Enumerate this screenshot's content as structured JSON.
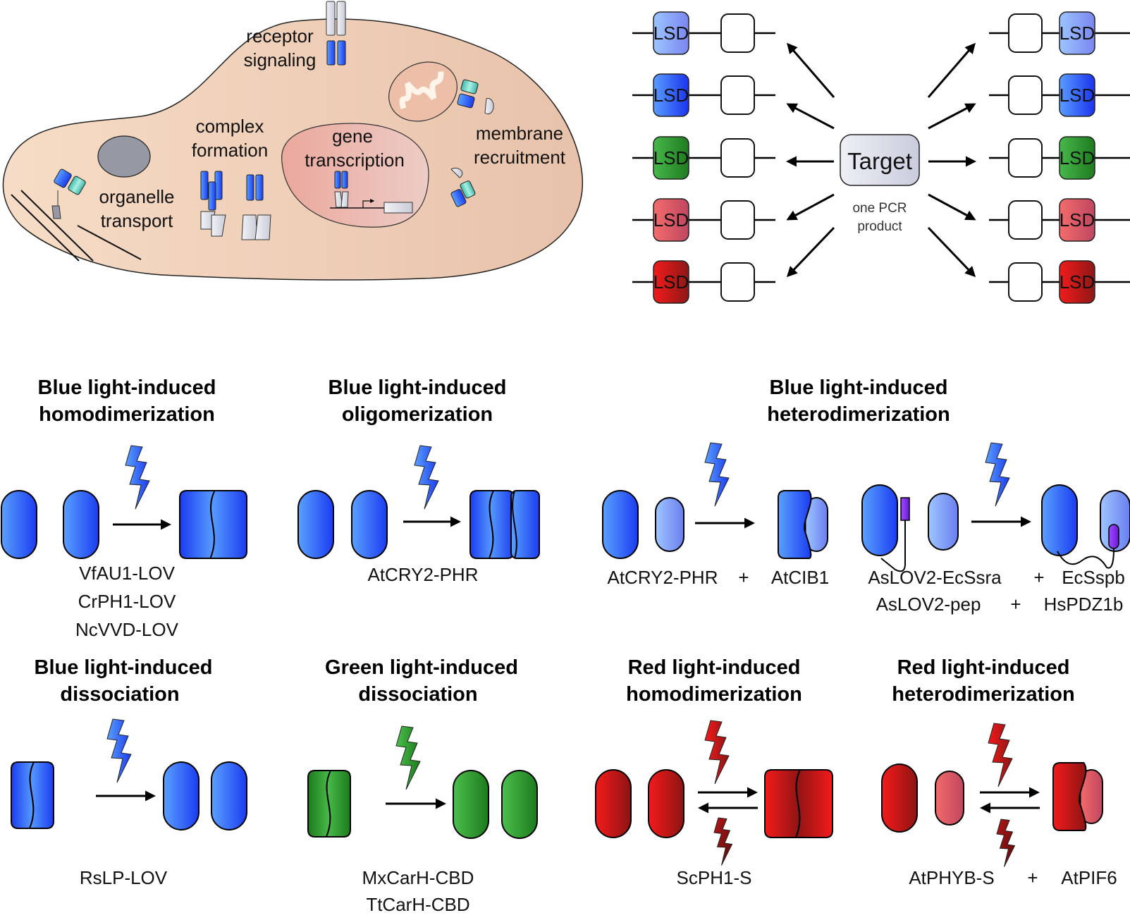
{
  "cell_panel": {
    "labels": {
      "receptor": [
        "receptor",
        "signaling"
      ],
      "complex": [
        "complex",
        "formation"
      ],
      "gene": [
        "gene",
        "transcription"
      ],
      "membrane": [
        "membrane",
        "recruitment"
      ],
      "organelle": [
        "organelle",
        "transport"
      ]
    }
  },
  "cloning_panel": {
    "target_label": "Target",
    "pcr_label": [
      "one PCR",
      "product"
    ],
    "lsd_label": "LSD",
    "lsd_variants": [
      {
        "name": "light-blue",
        "from": "#9cc4ff",
        "to": "#7a86f0"
      },
      {
        "name": "blue",
        "from": "#5a9cff",
        "to": "#1a34f0"
      },
      {
        "name": "green",
        "from": "#47b84a",
        "to": "#1f7a1f"
      },
      {
        "name": "light-red",
        "from": "#f36c6c",
        "to": "#bf4660"
      },
      {
        "name": "red",
        "from": "#f21b1b",
        "to": "#8e1717"
      }
    ]
  },
  "mechanisms": [
    {
      "id": "blue-homodimerization",
      "title": [
        "Blue light-induced",
        "homodimerization"
      ],
      "proteins": [
        "VfAU1-LOV",
        "CrPH1-LOV",
        "NcVVD-LOV"
      ]
    },
    {
      "id": "blue-oligomerization",
      "title": [
        "Blue light-induced",
        "oligomerization"
      ],
      "proteins": [
        "AtCRY2-PHR"
      ]
    },
    {
      "id": "blue-heterodimerization",
      "title": [
        "Blue light-induced",
        "heterodimerization"
      ],
      "pairs": [
        {
          "a": "AtCRY2-PHR",
          "plus": "+",
          "b": "AtCIB1"
        },
        {
          "a": "AsLOV2-EcSsra",
          "plus": "+",
          "b": "EcSspb"
        },
        {
          "a": "AsLOV2-pep",
          "plus": "+",
          "b": "HsPDZ1b"
        }
      ]
    },
    {
      "id": "blue-dissociation",
      "title": [
        "Blue light-induced",
        "dissociation"
      ],
      "proteins": [
        "RsLP-LOV"
      ]
    },
    {
      "id": "green-dissociation",
      "title": [
        "Green light-induced",
        "dissociation"
      ],
      "proteins": [
        "MxCarH-CBD",
        "TtCarH-CBD"
      ]
    },
    {
      "id": "red-homodimerization",
      "title": [
        "Red light-induced",
        "homodimerization"
      ],
      "proteins": [
        "ScPH1-S"
      ]
    },
    {
      "id": "red-heterodimerization",
      "title": [
        "Red light-induced",
        "heterodimerization"
      ],
      "pair": {
        "a": "AtPHYB-S",
        "plus": "+",
        "b": "AtPIF6"
      }
    }
  ]
}
